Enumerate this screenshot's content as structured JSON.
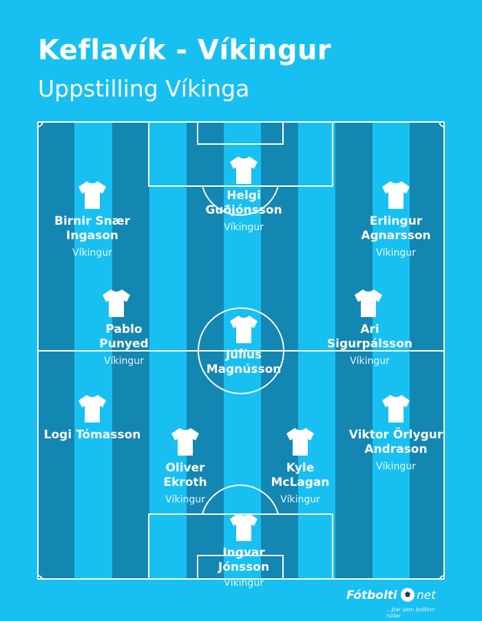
{
  "header": {
    "title": "Keflavík - Víkingur",
    "subtitle": "Uppstilling Víkinga"
  },
  "colors": {
    "background": "#18c0f2",
    "dark_stripe": "#1486b2",
    "lines": "#ffffff"
  },
  "players": [
    {
      "id": "helgi",
      "name": "Helgi\nGuðjónsson",
      "club": "Víkingur"
    },
    {
      "id": "birnir",
      "name": "Birnir Snær\nIngason",
      "club": "Víkingur"
    },
    {
      "id": "erlingur",
      "name": "Erlingur\nAgnarsson",
      "club": "Víkingur"
    },
    {
      "id": "pablo",
      "name": "Pablo\nPunyed",
      "club": "Víkingur"
    },
    {
      "id": "ari",
      "name": "Ari\nSigurpálsson",
      "club": "Víkingur"
    },
    {
      "id": "julius",
      "name": "Júlíus\nMagnússon",
      "club": ""
    },
    {
      "id": "logi",
      "name": "Logi Tómasson",
      "club": ""
    },
    {
      "id": "viktor",
      "name": "Viktor Örlygur\nAndrason",
      "club": "Víkingur"
    },
    {
      "id": "oliver",
      "name": "Oliver\nEkroth",
      "club": "Víkingur"
    },
    {
      "id": "kyle",
      "name": "Kyle\nMcLagan",
      "club": "Víkingur"
    },
    {
      "id": "ingvar",
      "name": "Ingvar\nJónsson",
      "club": "Víkingur"
    }
  ],
  "logo": {
    "name_part1": "Fótbolti",
    "name_part2": "net",
    "slogan": "...þar sem boltinn rúllar"
  }
}
